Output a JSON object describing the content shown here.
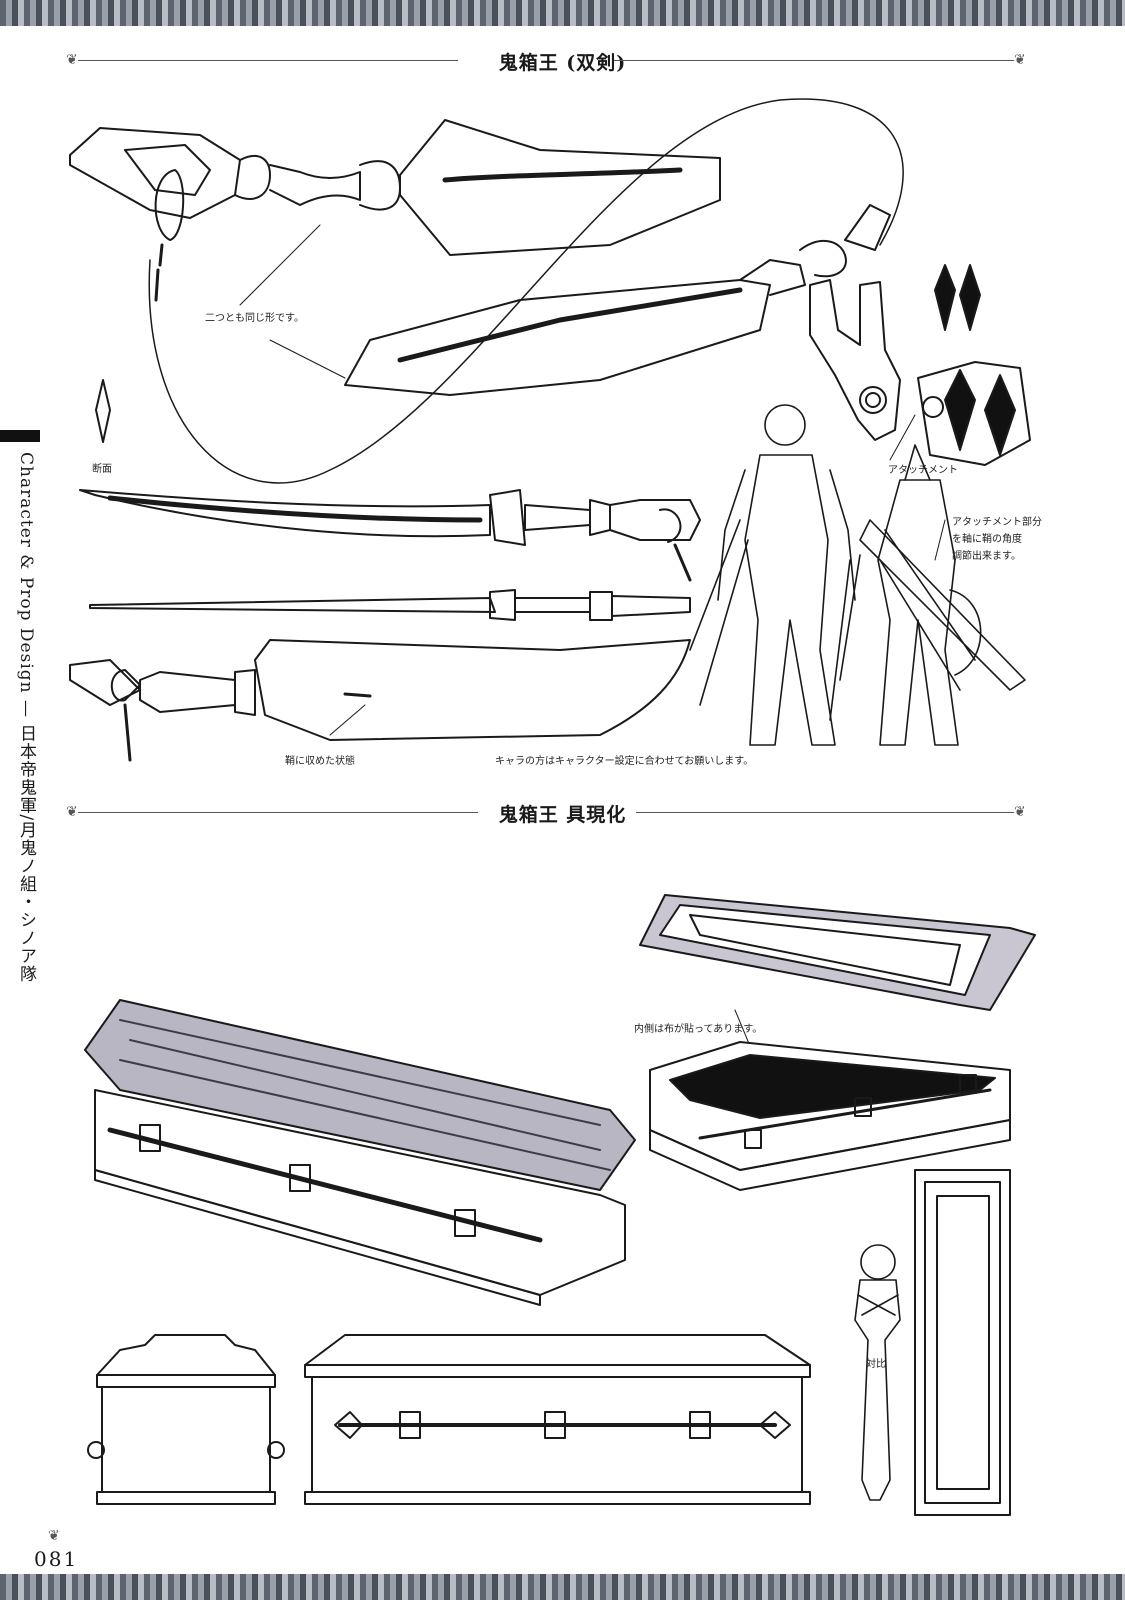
{
  "sections": {
    "twin_swords": {
      "title": "鬼箱王 (双剣)"
    },
    "manifestation": {
      "title": "鬼箱王 具現化"
    }
  },
  "notes": {
    "same_shape": "二つとも同じ形です。",
    "cross_section": "断面",
    "attachment": "アタッチメント",
    "attachment_detail_1": "アタッチメント部分",
    "attachment_detail_2": "を軸に鞘の角度",
    "attachment_detail_3": "調節出来ます。",
    "sheathed": "鞘に収めた状態",
    "character_note": "キャラの方はキャラクター設定に合わせてお願いします。",
    "lining_note": "内側は布が貼ってあります。",
    "comparison": "対比"
  },
  "side_label": "Character & Prop Design — 日本帝鬼軍/月鬼ノ組・シノア隊",
  "page_number": "081"
}
